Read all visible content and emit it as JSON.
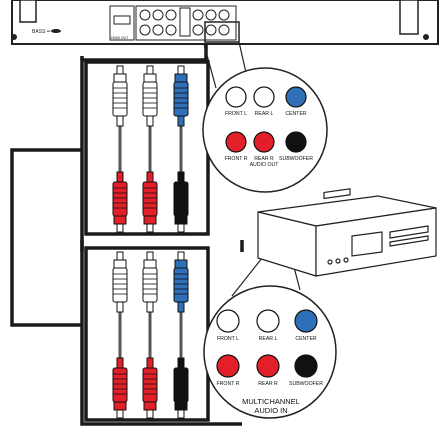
{
  "player": {
    "small_label": "BASS ═",
    "panel_label": "HDMI OUT"
  },
  "player_callout": {
    "jacks": [
      {
        "label": "FRONT L",
        "color": "#ffffff"
      },
      {
        "label": "REAR L",
        "color": "#ffffff"
      },
      {
        "label": "CENTER",
        "color": "#2f6fb8"
      },
      {
        "label": "FRONT R",
        "color": "#e3202a"
      },
      {
        "label": "REAR R\nAUDIO OUT",
        "color": "#e3202a"
      },
      {
        "label": "SUBWOOFER",
        "color": "#111111"
      }
    ]
  },
  "receiver_callout": {
    "jacks": [
      {
        "label": "FRONT L",
        "color": "#ffffff"
      },
      {
        "label": "REAR L",
        "color": "#ffffff"
      },
      {
        "label": "CENTER",
        "color": "#2f6fb8"
      },
      {
        "label": "FRONT R",
        "color": "#e3202a"
      },
      {
        "label": "REAR R",
        "color": "#e3202a"
      },
      {
        "label": "SUBWOOFER",
        "color": "#111111"
      }
    ],
    "caption_line1": "MULTICHANNEL",
    "caption_line2": "AUDIO IN"
  },
  "cable_plug_colors": [
    "#ffffff",
    "#e3202a",
    "#ffffff",
    "#e3202a",
    "#2f6fb8",
    "#111111"
  ]
}
